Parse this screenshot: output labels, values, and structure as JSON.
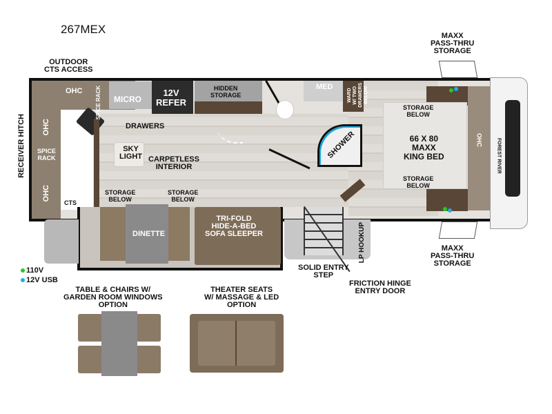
{
  "model": "267MEX",
  "labels": {
    "outdoor_cts": "OUTDOOR\nCTS ACCESS",
    "ohc_top": "OHC",
    "spice_rack_top": "SPICE RACK",
    "micro": "MICRO",
    "refer": "12V\nREFER",
    "hidden_storage": "HIDDEN\nSTORAGE",
    "receiver_hitch": "RECEIVER HITCH",
    "ohc_left1": "OHC",
    "spice_rack_left": "SPICE\nRACK",
    "ohc_left2": "OHC",
    "cts": "CTS",
    "drawers": "DRAWERS",
    "sky_light": "SKY\nLIGHT",
    "carpetless": "CARPETLESS\nINTERIOR",
    "storage_below_1": "STORAGE\nBELOW",
    "storage_below_2": "STORAGE\nBELOW",
    "dinette": "DINETTE",
    "sofa": "TRI-FOLD\nHIDE-A-BED\nSOFA SLEEPER",
    "med": "MED",
    "ward": "WARD\nW/ TWO\nDRAWERS\nBELOW",
    "shower": "SHOWER",
    "bed_storage_top": "STORAGE\nBELOW",
    "bed": "66 X 80\nMAXX\nKING BED",
    "bed_storage_bottom": "STORAGE\nBELOW",
    "ohc_front": "OHC",
    "brand": "FOREST RIVER",
    "pass_thru_top": "MAXX\nPASS-THRU\nSTORAGE",
    "pass_thru_bottom": "MAXX\nPASS-THRU\nSTORAGE",
    "lp_hookup": "LP HOOKUP",
    "solid_entry_step": "SOLID ENTRY\nSTEP",
    "friction_hinge": "FRICTION HINGE\nENTRY DOOR"
  },
  "legend": [
    {
      "label": "110V",
      "color": "#22cc22"
    },
    {
      "label": "12V USB",
      "color": "#22aaee"
    }
  ],
  "options": [
    {
      "title": "TABLE & CHAIRS W/\nGARDEN ROOM WINDOWS\nOPTION"
    },
    {
      "title": "THEATER SEATS\nW/ MASSAGE & LED\nOPTION"
    }
  ]
}
